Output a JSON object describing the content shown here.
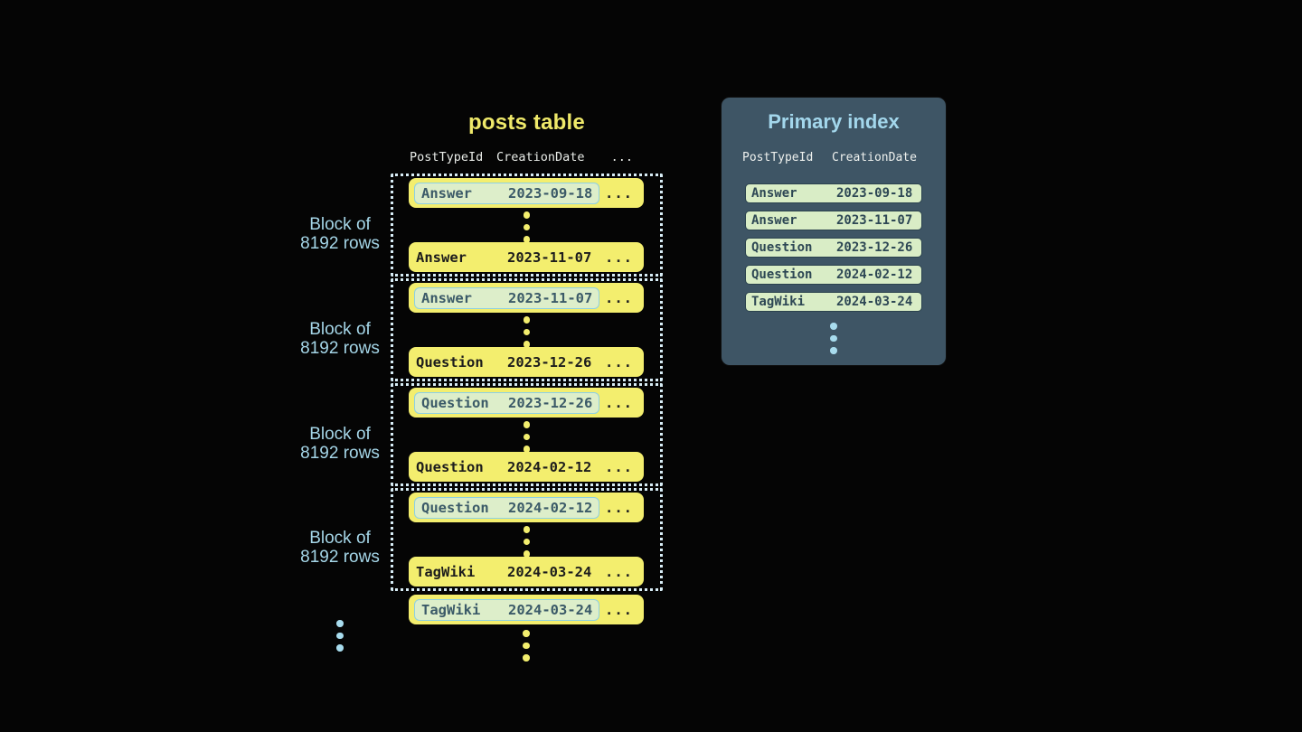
{
  "colors": {
    "background": "#050505",
    "row_yellow": "#f3ee6e",
    "title_yellow": "#efe96a",
    "highlight_green": "#ddeeca",
    "highlight_border": "#8ed0e2",
    "highlight_text": "#3b5a68",
    "row_text_dark": "#1c1c1c",
    "dotted_border": "#d8edf6",
    "label_blue": "#a5d6e8",
    "panel_bg": "#3e5565",
    "panel_title_blue": "#a3d7ec",
    "header_white": "#eef1ee",
    "index_row_green": "#d9edc6",
    "index_row_border": "#2b424e",
    "index_row_text": "#2d4754",
    "dot_blue": "#a8dcee"
  },
  "posts_table": {
    "title": "posts table",
    "columns": [
      "PostTypeId",
      "CreationDate"
    ],
    "more_columns": "...",
    "row_ellipsis": "...",
    "block_label": {
      "line1": "Block of",
      "line2": "8192 rows"
    },
    "blocks": [
      {
        "first_row": {
          "post_type": "Answer",
          "creation_date": "2023-09-18"
        },
        "last_row": {
          "post_type": "Answer",
          "creation_date": "2023-11-07"
        }
      },
      {
        "first_row": {
          "post_type": "Answer",
          "creation_date": "2023-11-07"
        },
        "last_row": {
          "post_type": "Question",
          "creation_date": "2023-12-26"
        }
      },
      {
        "first_row": {
          "post_type": "Question",
          "creation_date": "2023-12-26"
        },
        "last_row": {
          "post_type": "Question",
          "creation_date": "2024-02-12"
        }
      },
      {
        "first_row": {
          "post_type": "Question",
          "creation_date": "2024-02-12"
        },
        "last_row": {
          "post_type": "TagWiki",
          "creation_date": "2024-03-24"
        }
      }
    ],
    "next_block_first_row": {
      "post_type": "TagWiki",
      "creation_date": "2024-03-24"
    }
  },
  "primary_index": {
    "title": "Primary index",
    "columns": [
      "PostTypeId",
      "CreationDate"
    ],
    "rows": [
      {
        "post_type": "Answer",
        "creation_date": "2023-09-18"
      },
      {
        "post_type": "Answer",
        "creation_date": "2023-11-07"
      },
      {
        "post_type": "Question",
        "creation_date": "2023-12-26"
      },
      {
        "post_type": "Question",
        "creation_date": "2024-02-12"
      },
      {
        "post_type": "TagWiki",
        "creation_date": "2024-03-24"
      }
    ]
  }
}
